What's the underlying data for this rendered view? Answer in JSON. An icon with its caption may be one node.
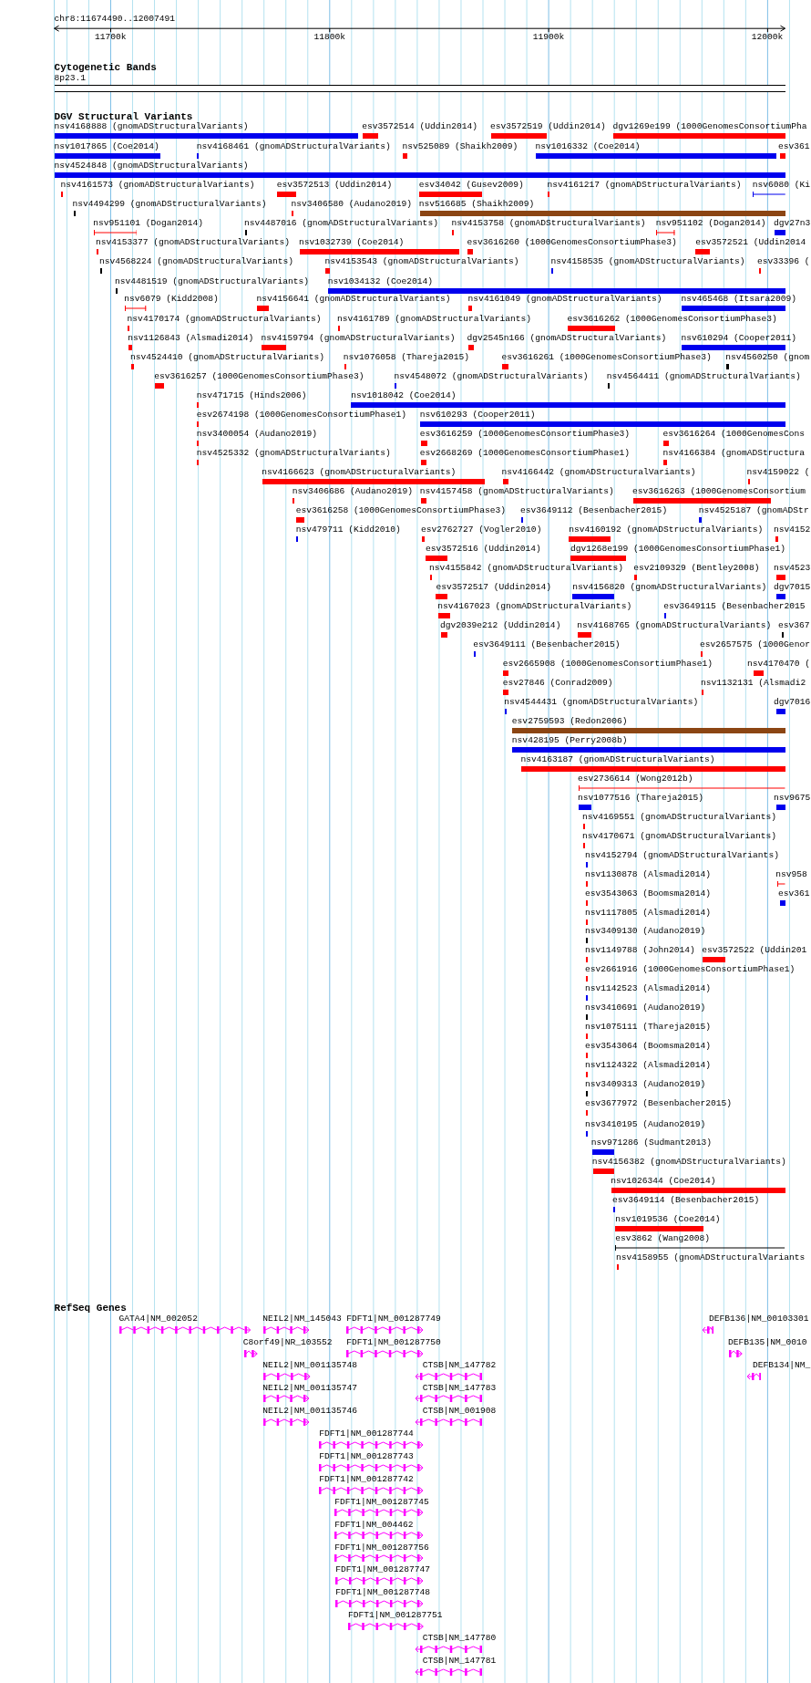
{
  "diagram": {
    "labels": [
      "chr8:11674490..12007491",
      "11700k",
      "11800k",
      "11900k",
      "12000k",
      "Cytogenetic Bands",
      "8p23.1",
      "DGV Structural Variants",
      "nsv4168888 (gnomADStructuralVariants)",
      "esv3572514 (Uddin2014)",
      "esv3572519 (Uddin2014)",
      "dgv1269e199 (1000GenomesConsortiumPha",
      "nsv1017865 (Coe2014)",
      "nsv4168461 (gnomADStructuralVariants)",
      "nsv525089 (Shaikh2009)",
      "nsv1016332 (Coe2014)",
      "esv361",
      "nsv4524848 (gnomADStructuralVariants)",
      "nsv4161573 (gnomADStructuralVariants)",
      "esv3572513 (Uddin2014)",
      "esv34042 (Gusev2009)",
      "nsv4161217 (gnomADStructuralVariants)",
      "nsv6080 (Ki",
      "nsv4494299 (gnomADStructuralVariants)",
      "nsv3406580 (Audano2019)",
      "nsv516685 (Shaikh2009)",
      "nsv951101 (Dogan2014)",
      "nsv4487016 (gnomADStructuralVariants)",
      "nsv4153758 (gnomADStructuralVariants)",
      "nsv951102 (Dogan2014)",
      "dgv27n3",
      "nsv4153377 (gnomADStructuralVariants)",
      "nsv1032739 (Coe2014)",
      "esv3616260 (1000GenomesConsortiumPhase3)",
      "esv3572521 (Uddin2014",
      "nsv4568224 (gnomADStructuralVariants)",
      "nsv4153543 (gnomADStructuralVariants)",
      "nsv4158535 (gnomADStructuralVariants)",
      "esv33396 (",
      "nsv4481519 (gnomADStructuralVariants)",
      "nsv1034132 (Coe2014)",
      "nsv6079 (Kidd2008)",
      "nsv4156641 (gnomADStructuralVariants)",
      "nsv4161049 (gnomADStructuralVariants)",
      "nsv465468 (Itsara2009)",
      "nsv4170174 (gnomADStructuralVariants)",
      "nsv4161789 (gnomADStructuralVariants)",
      "esv3616262 (1000GenomesConsortiumPhase3)",
      "nsv1126843 (Alsmadi2014)",
      "nsv4159794 (gnomADStructuralVariants)",
      "dgv2545n166 (gnomADStructuralVariants)",
      "nsv610294 (Cooper2011)",
      "nsv4524410 (gnomADStructuralVariants)",
      "nsv1076058 (Thareja2015)",
      "esv3616261 (1000GenomesConsortiumPhase3)",
      "nsv4560250 (gnom",
      "esv3616257 (1000GenomesConsortiumPhase3)",
      "nsv4548072 (gnomADStructuralVariants)",
      "nsv4564411 (gnomADStructuralVariants)",
      "nsv471715 (Hinds2006)",
      "nsv1018042 (Coe2014)",
      "esv2674198 (1000GenomesConsortiumPhase1)",
      "nsv610293 (Cooper2011)",
      "nsv3400054 (Audano2019)",
      "esv3616259 (1000GenomesConsortiumPhase3)",
      "esv3616264 (1000GenomesCons",
      "nsv4525332 (gnomADStructuralVariants)",
      "esv2668269 (1000GenomesConsortiumPhase1)",
      "nsv4166384 (gnomADStructura",
      "nsv4166623 (gnomADStructuralVariants)",
      "nsv4166442 (gnomADStructuralVariants)",
      "nsv4159022 (",
      "nsv3406686 (Audano2019)",
      "nsv4157458 (gnomADStructuralVariants)",
      "esv3616263 (1000GenomesConsortium",
      "esv3616258 (1000GenomesConsortiumPhase3)",
      "esv3649112 (Besenbacher2015)",
      "nsv4525187 (gnomADStr",
      "nsv479711 (Kidd2010)",
      "esv2762727 (Vogler2010)",
      "nsv4160192 (gnomADStructuralVariants)",
      "nsv4152",
      "esv3572516 (Uddin2014)",
      "dgv1268e199 (1000GenomesConsortiumPhase1)",
      "nsv4155842 (gnomADStructuralVariants)",
      "esv2109329 (Bentley2008)",
      "nsv4523",
      "esv3572517 (Uddin2014)",
      "nsv4156820 (gnomADStructuralVariants)",
      "dgv7015",
      "nsv4167023 (gnomADStructuralVariants)",
      "esv3649115 (Besenbacher2015",
      "dgv2039e212 (Uddin2014)",
      "nsv4168765 (gnomADStructuralVariants)",
      "esv367",
      "esv3649111 (Besenbacher2015)",
      "esv2657575 (1000Genor",
      "esv2665908 (1000GenomesConsortiumPhase1)",
      "nsv4170470 (",
      "esv27846 (Conrad2009)",
      "nsv1132131 (Alsmadi2",
      "nsv4544431 (gnomADStructuralVariants)",
      "dgv7016",
      "esv2759593 (Redon2006)",
      "nsv428195 (Perry2008b)",
      "nsv4163187 (gnomADStructuralVariants)",
      "esv2736614 (Wong2012b)",
      "nsv1077516 (Thareja2015)",
      "nsv9675",
      "nsv4169551 (gnomADStructuralVariants)",
      "nsv4170671 (gnomADStructuralVariants)",
      "nsv4152794 (gnomADStructuralVariants)",
      "nsv1130878 (Alsmadi2014)",
      "nsv958",
      "esv3543063 (Boomsma2014)",
      "esv361",
      "nsv1117805 (Alsmadi2014)",
      "nsv3409130 (Audano2019)",
      "nsv1149788 (John2014)",
      "esv3572522 (Uddin201",
      "esv2661916 (1000GenomesConsortiumPhase1)",
      "nsv1142523 (Alsmadi2014)",
      "nsv3410691 (Audano2019)",
      "nsv1075111 (Thareja2015)",
      "esv3543064 (Boomsma2014)",
      "nsv1124322 (Alsmadi2014)",
      "nsv3409313 (Audano2019)",
      "esv3677972 (Besenbacher2015)",
      "nsv3410195 (Audano2019)",
      "nsv971286 (Sudmant2013)",
      "nsv4156382 (gnomADStructuralVariants)",
      "nsv1026344 (Coe2014)",
      "esv3649114 (Besenbacher2015)",
      "nsv1019536 (Coe2014)",
      "esv3862 (Wang2008)",
      "nsv4158955 (gnomADStructuralVariants",
      "RefSeq Genes",
      "GATA4|NM_002052",
      "NEIL2|NM_145043",
      "FDFT1|NM_001287749",
      "DEFB136|NM_00103301",
      "C8orf49|NR_103552",
      "FDFT1|NM_001287750",
      "DEFB135|NM_0010",
      "NEIL2|NM_001135748",
      "CTSB|NM_147782",
      "DEFB134|NM_",
      "NEIL2|NM_001135747",
      "CTSB|NM_147783",
      "NEIL2|NM_001135746",
      "CTSB|NM_001908",
      "FDFT1|NM_001287744",
      "FDFT1|NM_001287743",
      "FDFT1|NM_001287742",
      "FDFT1|NM_001287745",
      "FDFT1|NM_004462",
      "FDFT1|NM_001287756",
      "FDFT1|NM_001287747",
      "FDFT1|NM_001287748",
      "FDFT1|NM_001287751",
      "CTSB|NM_147780",
      "CTSB|NM_147781"
    ]
  }
}
